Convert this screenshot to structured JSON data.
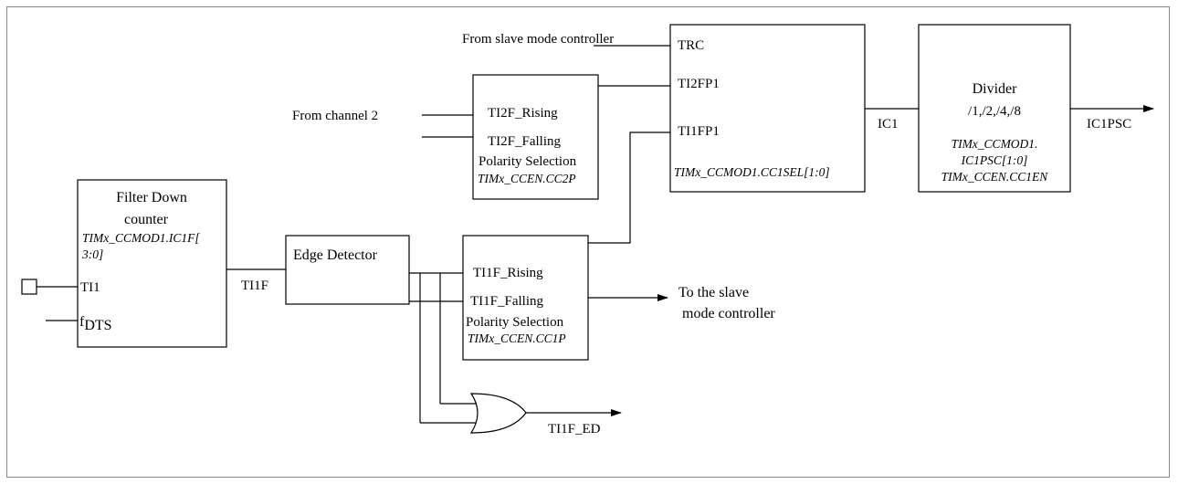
{
  "inputs": {
    "slave_mode": "From slave mode controller",
    "channel2": "From channel 2"
  },
  "selector": {
    "trc": "TRC",
    "ti2fp1": "TI2FP1",
    "ti1fp1": "TI1FP1",
    "reg": "TIMx_CCMOD1.CC1SEL[1:0]"
  },
  "divider": {
    "title": "Divider",
    "ratios": "/1,/2,/4,/8",
    "reg1": "TIMx_CCMOD1.",
    "reg2": "IC1PSC[1:0]",
    "reg3": "TIMx_CCEN.CC1EN"
  },
  "signals": {
    "ic1": "IC1",
    "ic1psc": "IC1PSC",
    "ti1f": "TI1F",
    "ti1f_ed": "TI1F_ED"
  },
  "polarity2": {
    "rising": "TI2F_Rising",
    "falling": "TI2F_Falling",
    "title": "Polarity Selection",
    "reg": "TIMx_CCEN.CC2P"
  },
  "filter": {
    "title1": "Filter Down",
    "title2": "counter",
    "reg1": "TIMx_CCMOD1.IC1F[",
    "reg2": "3:0]",
    "ti1": "TI1",
    "fdts_main": "f",
    "fdts_sub": "DTS"
  },
  "edge": {
    "title": "Edge Detector"
  },
  "polarity1": {
    "rising": "TI1F_Rising",
    "falling": "TI1F_Falling",
    "title": "Polarity Selection",
    "reg": "TIMx_CCEN.CC1P"
  },
  "slave_out": {
    "line1": "To the slave",
    "line2": "mode controller"
  }
}
